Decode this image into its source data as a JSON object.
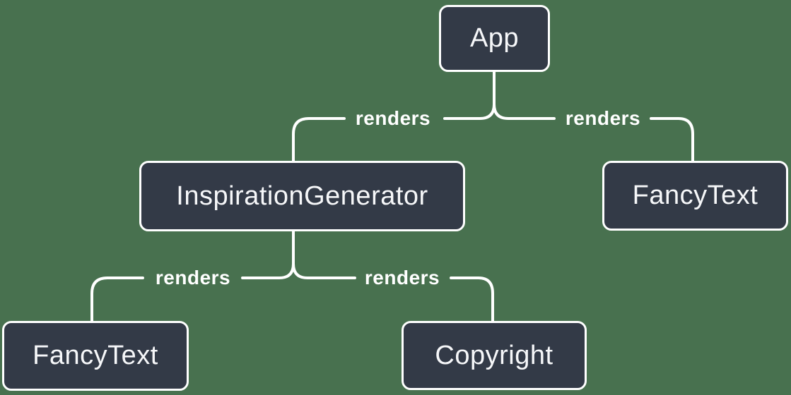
{
  "diagram": {
    "type": "component-render-tree",
    "colors": {
      "background": "#48714F",
      "node_fill": "#333A47",
      "node_border": "#FFFFFF",
      "node_text": "#F6F7F9",
      "edge_line": "#FFFFFF",
      "edge_label_text": "#FFFFFF"
    },
    "nodes": [
      {
        "id": "app",
        "label": "App"
      },
      {
        "id": "inspiration-generator",
        "label": "InspirationGenerator"
      },
      {
        "id": "fancy-text-top",
        "label": "FancyText"
      },
      {
        "id": "fancy-text-bottom",
        "label": "FancyText"
      },
      {
        "id": "copyright",
        "label": "Copyright"
      }
    ],
    "edges": [
      {
        "from": "App",
        "to": "InspirationGenerator",
        "label": "renders"
      },
      {
        "from": "App",
        "to": "FancyText",
        "label": "renders"
      },
      {
        "from": "InspirationGenerator",
        "to": "FancyText",
        "label": "renders"
      },
      {
        "from": "InspirationGenerator",
        "to": "Copyright",
        "label": "renders"
      }
    ]
  }
}
